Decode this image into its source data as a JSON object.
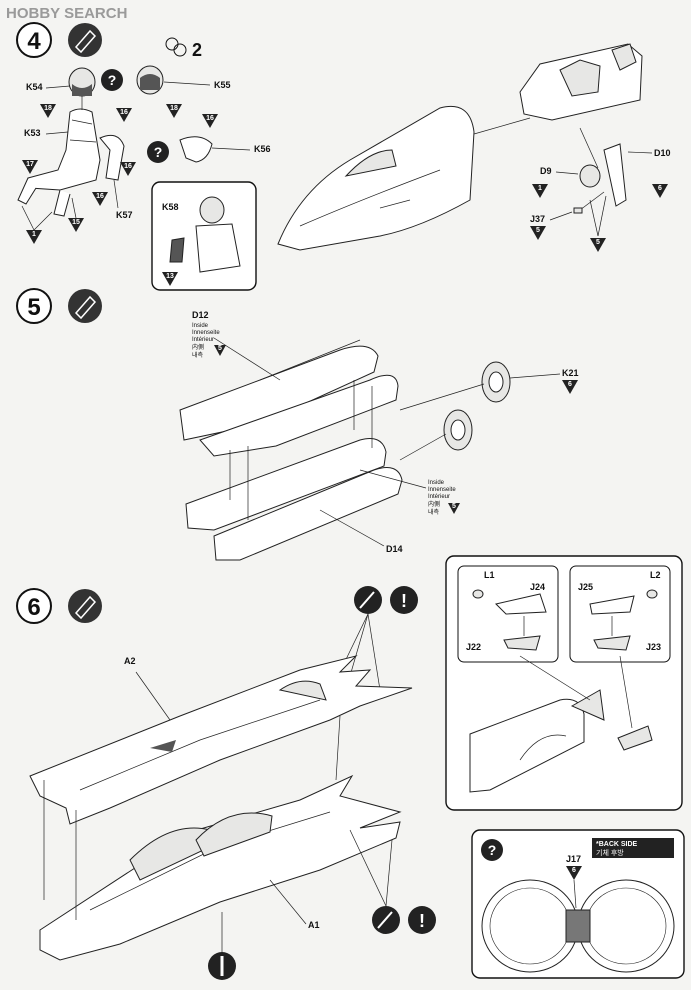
{
  "watermark": "HOBBY SEARCH",
  "steps": [
    {
      "number": "4"
    },
    {
      "number": "5"
    },
    {
      "number": "6"
    }
  ],
  "qty_figure": "2",
  "step4": {
    "parts": [
      "K54",
      "K55",
      "K53",
      "K56",
      "K57",
      "K58",
      "D9",
      "D10",
      "J37"
    ],
    "color_codes": [
      "18",
      "16",
      "18",
      "16",
      "16",
      "17",
      "16",
      "15",
      "1",
      "13",
      "1",
      "6",
      "5",
      "5"
    ]
  },
  "step5": {
    "parts": [
      "D12",
      "K21",
      "D14"
    ],
    "inside_note": {
      "en": "Inside",
      "fr": "Innenseite",
      "fr2": "Intérieur",
      "jp": "内側",
      "kr": "내측"
    },
    "color_codes": [
      "5",
      "6",
      "5"
    ]
  },
  "step6": {
    "parts": [
      "A2",
      "A1",
      "L1",
      "J24",
      "J25",
      "L2",
      "J22",
      "J23",
      "J17"
    ],
    "back_side": {
      "en": "*BACK SIDE",
      "kr": "기체 후방"
    },
    "color_codes": [
      "6"
    ]
  }
}
